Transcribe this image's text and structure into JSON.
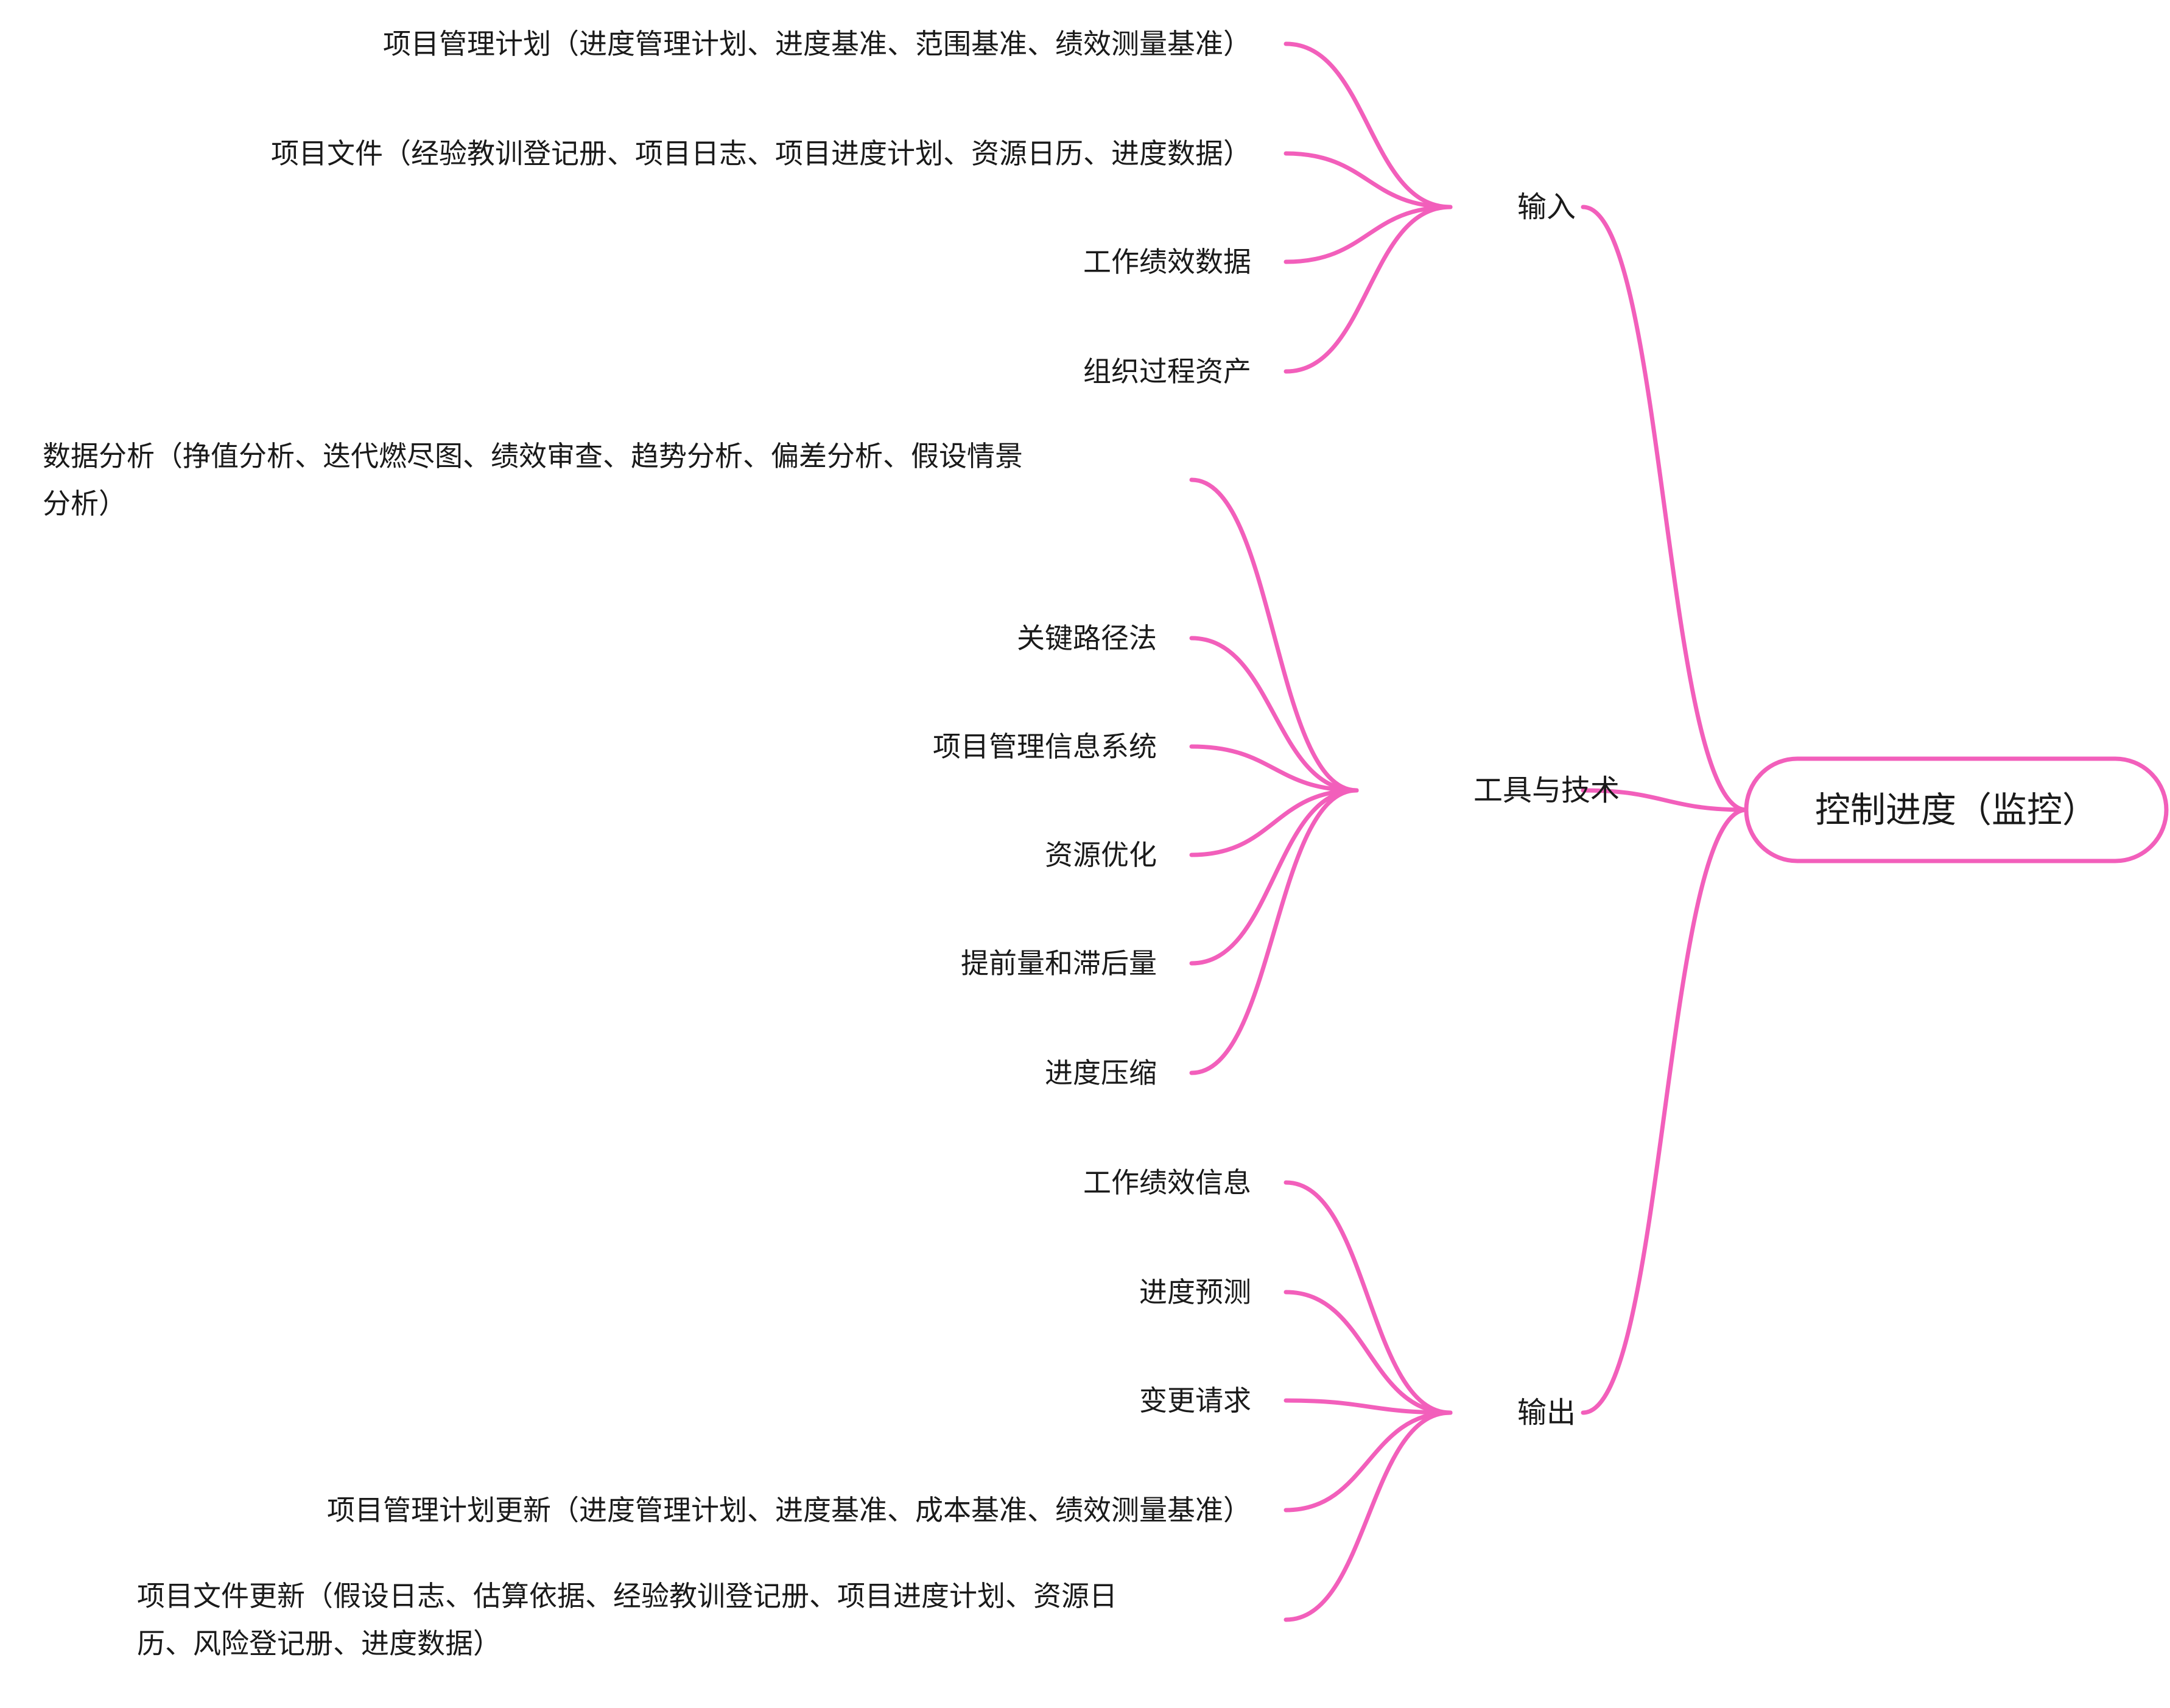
{
  "colors": {
    "line": "#f25fbb",
    "background": "#ffffff",
    "text": "#1a1a1a"
  },
  "mindmap": {
    "root": {
      "label": "控制进度（监控）"
    },
    "branches": [
      {
        "id": "input",
        "label": "输入",
        "children": [
          {
            "lines": [
              "项目管理计划（进度管理计划、进度基准、范围基准、绩效测量基准）"
            ]
          },
          {
            "lines": [
              "项目文件（经验教训登记册、项目日志、项目进度计划、资源日历、进度数据）"
            ]
          },
          {
            "lines": [
              "工作绩效数据"
            ]
          },
          {
            "lines": [
              "组织过程资产"
            ]
          }
        ]
      },
      {
        "id": "tools",
        "label": "工具与技术",
        "children": [
          {
            "lines": [
              "数据分析（挣值分析、迭代燃尽图、绩效审查、趋势分析、偏差分析、假设情景",
              "分析）"
            ]
          },
          {
            "lines": [
              "关键路径法"
            ]
          },
          {
            "lines": [
              "项目管理信息系统"
            ]
          },
          {
            "lines": [
              "资源优化"
            ]
          },
          {
            "lines": [
              "提前量和滞后量"
            ]
          },
          {
            "lines": [
              "进度压缩"
            ]
          }
        ]
      },
      {
        "id": "output",
        "label": "输出",
        "children": [
          {
            "lines": [
              "工作绩效信息"
            ]
          },
          {
            "lines": [
              "进度预测"
            ]
          },
          {
            "lines": [
              "变更请求"
            ]
          },
          {
            "lines": [
              "项目管理计划更新（进度管理计划、进度基准、成本基准、绩效测量基准）"
            ]
          },
          {
            "lines": [
              "项目文件更新（假设日志、估算依据、经验教训登记册、项目进度计划、资源日",
              "历、风险登记册、进度数据）"
            ]
          }
        ]
      }
    ]
  }
}
